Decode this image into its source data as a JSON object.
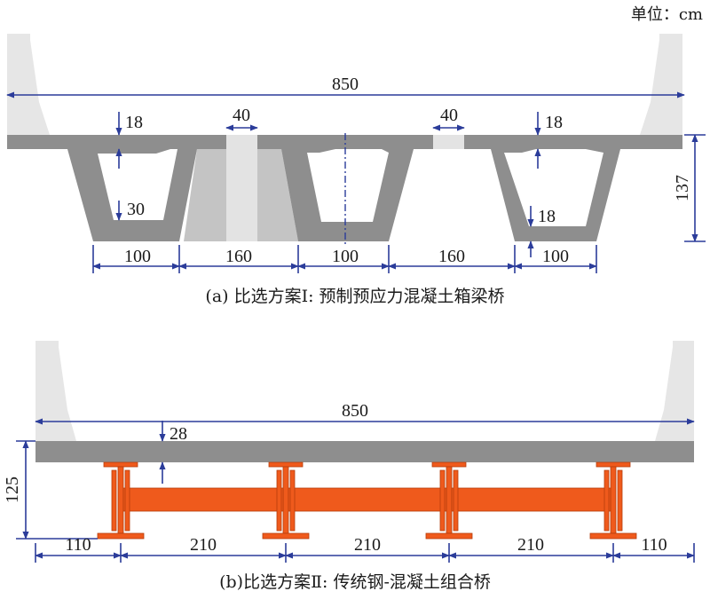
{
  "unit_label": "单位：cm",
  "colors": {
    "concrete": "#8e8e8e",
    "barrier": "#e6e6e6",
    "infill": "#bdbdbd",
    "steel": "#ef5a1c",
    "steel_edge": "#b53d0c",
    "dimension": "#2b3c9a"
  },
  "scheme_a": {
    "caption": "(a) 比选方案Ⅰ: 预制预应力混凝土箱梁桥",
    "overall_width": "850",
    "joint_width_left": "40",
    "joint_width_right": "40",
    "flange_thickness_left": "18",
    "flange_thickness_right": "18",
    "web_bottom_thickness_left": "30",
    "web_bottom_thickness_right": "18",
    "girder_height": "137",
    "bottom_spacing": [
      "100",
      "160",
      "100",
      "160",
      "100"
    ]
  },
  "scheme_b": {
    "caption": "(b)比选方案Ⅱ: 传统钢-混凝土组合桥",
    "overall_width": "850",
    "slab_thickness": "28",
    "total_height": "125",
    "bottom_spacing": [
      "110",
      "210",
      "210",
      "210",
      "110"
    ]
  }
}
